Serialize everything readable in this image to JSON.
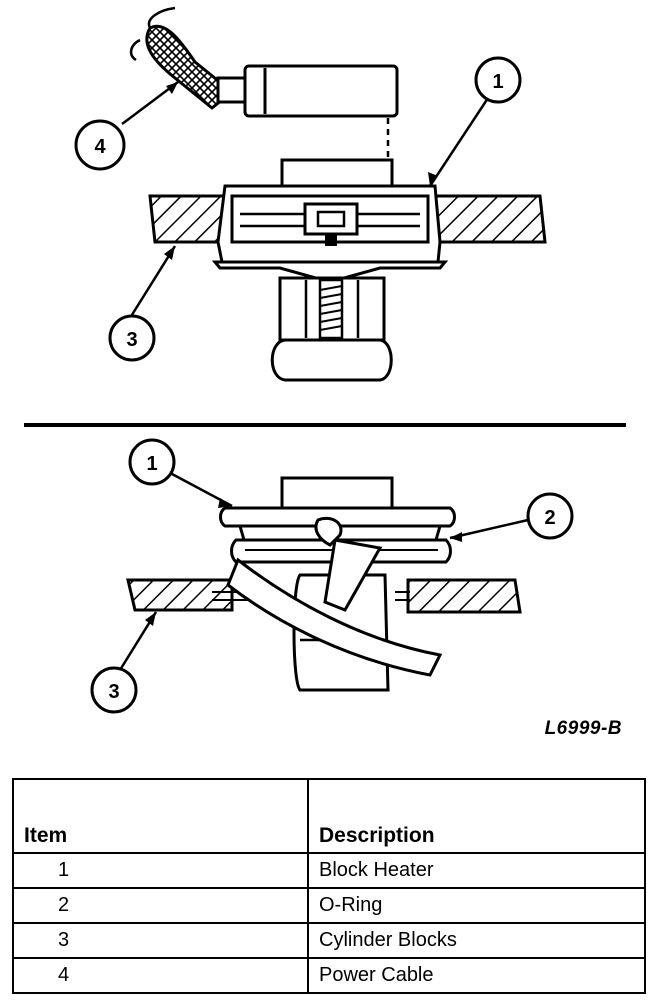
{
  "diagram": {
    "callouts_top": [
      "1",
      "3",
      "4"
    ],
    "callouts_bottom": [
      "1",
      "2",
      "3"
    ],
    "figure_id": "L6999-B"
  },
  "table": {
    "headers": [
      "Item",
      "Description"
    ],
    "rows": [
      {
        "item": "1",
        "description": "Block Heater"
      },
      {
        "item": "2",
        "description": "O-Ring"
      },
      {
        "item": "3",
        "description": "Cylinder Blocks"
      },
      {
        "item": "4",
        "description": "Power Cable"
      }
    ]
  }
}
